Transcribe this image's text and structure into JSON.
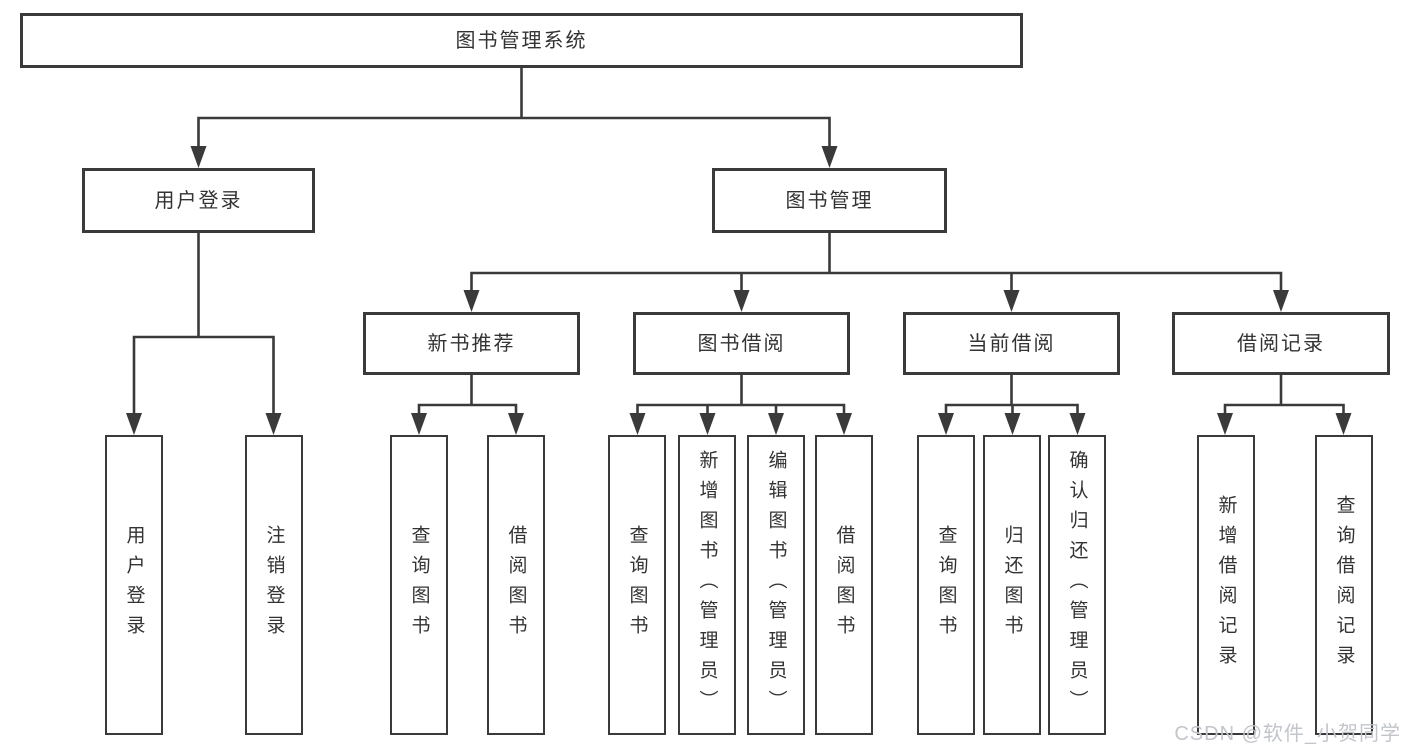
{
  "tree": {
    "root": {
      "label": "图书管理系统",
      "children": [
        {
          "label": "用户登录",
          "children": [
            {
              "label": "用户登录"
            },
            {
              "label": "注销登录"
            }
          ]
        },
        {
          "label": "图书管理",
          "children": [
            {
              "label": "新书推荐",
              "children": [
                {
                  "label": "查询图书"
                },
                {
                  "label": "借阅图书"
                }
              ]
            },
            {
              "label": "图书借阅",
              "children": [
                {
                  "label": "查询图书"
                },
                {
                  "label": "新增图书（管理员）"
                },
                {
                  "label": "编辑图书（管理员）"
                },
                {
                  "label": "借阅图书"
                }
              ]
            },
            {
              "label": "当前借阅",
              "children": [
                {
                  "label": "查询图书"
                },
                {
                  "label": "归还图书"
                },
                {
                  "label": "确认归还（管理员）"
                }
              ]
            },
            {
              "label": "借阅记录",
              "children": [
                {
                  "label": "新增借阅记录"
                },
                {
                  "label": "查询借阅记录"
                }
              ]
            }
          ]
        }
      ]
    }
  },
  "watermark": {
    "text": "CSDN @软件_小贺同学"
  },
  "colors": {
    "line": "#3a3a3a",
    "box_border": "#3a3a3a",
    "box_fill": "#ffffff",
    "text": "#333333",
    "watermark": "#c2c5cb",
    "background": "#ffffff"
  }
}
